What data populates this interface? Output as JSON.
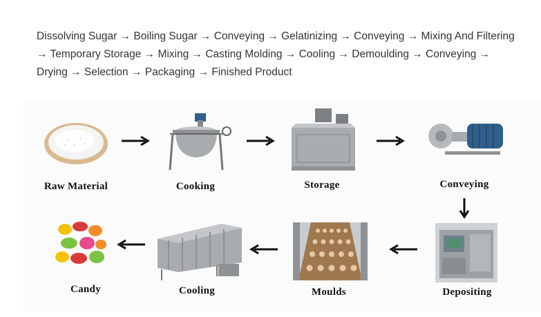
{
  "intro_text": "Dissolving Sugar → Boiling Sugar → Conveying → Gelatinizing → Conveying → Mixing And Filtering → Temporary Storage → Mixing → Casting Molding → Cooling → Demoulding → Conveying → Drying → Selection → Packaging → Finished Product",
  "steps": {
    "raw_material": "Raw Material",
    "cooking": "Cooking",
    "storage": "Storage",
    "conveying": "Conveying",
    "depositing": "Depositing",
    "moulds": "Moulds",
    "cooling": "Cooling",
    "candy": "Candy"
  },
  "colors": {
    "text": "#333333",
    "label": "#111111",
    "arrow": "#111111",
    "steel": "#a9acae",
    "motor": "#2f5f8a"
  },
  "icons": {
    "raw_material": "sugar-bowl-icon",
    "cooking": "cooking-kettle-icon",
    "storage": "storage-tank-icon",
    "conveying": "pump-motor-icon",
    "depositing": "depositing-machine-icon",
    "moulds": "mould-conveyor-icon",
    "cooling": "cooling-tunnel-icon",
    "candy": "gummy-candy-icon"
  }
}
